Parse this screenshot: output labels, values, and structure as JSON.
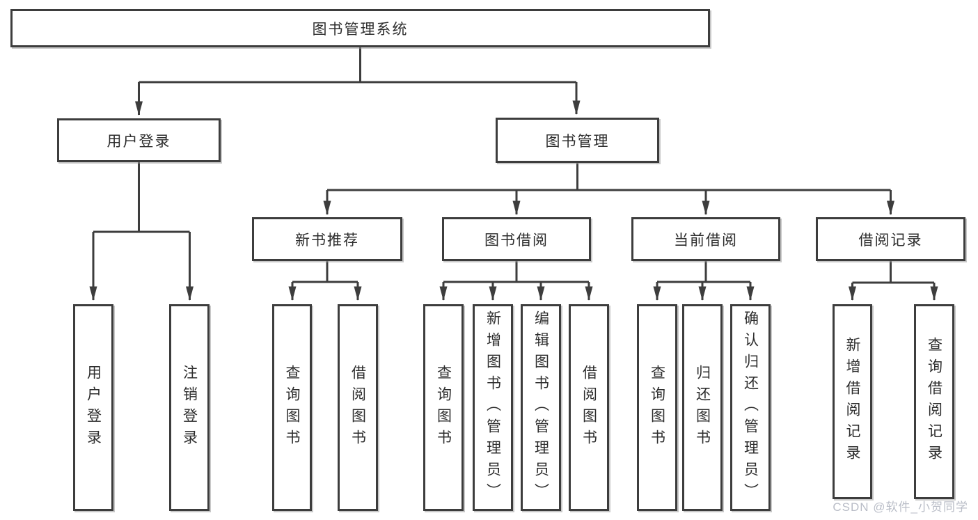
{
  "diagram": {
    "root": {
      "label": "图书管理系统"
    },
    "level2": [
      {
        "label": "用户登录"
      },
      {
        "label": "图书管理"
      }
    ],
    "level3": [
      {
        "label": "新书推荐"
      },
      {
        "label": "图书借阅"
      },
      {
        "label": "当前借阅"
      },
      {
        "label": "借阅记录"
      }
    ],
    "leaves": [
      {
        "label": "用户登录"
      },
      {
        "label": "注销登录"
      },
      {
        "label": "查询图书"
      },
      {
        "label": "借阅图书"
      },
      {
        "label": "查询图书"
      },
      {
        "label": "新增图书（管理员）"
      },
      {
        "label": "编辑图书（管理员）"
      },
      {
        "label": "借阅图书"
      },
      {
        "label": "查询图书"
      },
      {
        "label": "归还图书"
      },
      {
        "label": "确认归还（管理员）"
      },
      {
        "label": "新增借阅记录"
      },
      {
        "label": "查询借阅记录"
      }
    ]
  },
  "watermark": {
    "text": "CSDN @软件_小贺同学"
  },
  "colors": {
    "line": "#3d3d3d",
    "text": "#2d2d2d",
    "watermark": "#b9bdc7",
    "background": "#ffffff"
  }
}
